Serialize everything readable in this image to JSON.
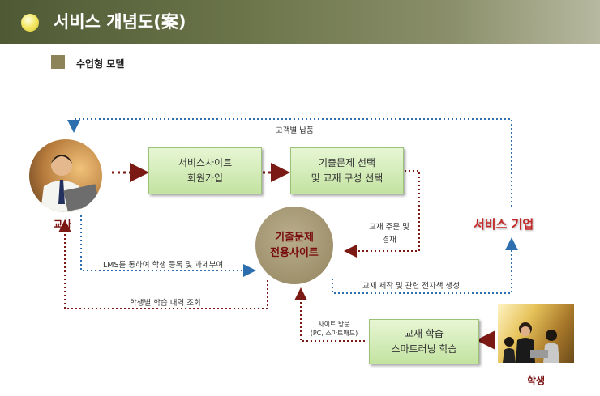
{
  "header": {
    "title": "서비스 개념도(案)"
  },
  "section": {
    "subtitle": "수업형 모델"
  },
  "actors": {
    "teacher": "교사",
    "student": "학생",
    "company": "서비스 기업"
  },
  "boxes": {
    "signup": "서비스사이트\n회원가입",
    "select": "기출문제 선택\n및 교재 구성 선택",
    "study": "교재 학습\n스마트러닝 학습"
  },
  "hub": {
    "label": "기출문제\n전용사이트"
  },
  "flows": {
    "delivery": "고객별 납품",
    "order": "교재 주문 및\n결재",
    "lms": "LMS를 통하여 학생 등록 및 과제부여",
    "history": "학생별 학습 내역 조회",
    "production": "교재 제작 및 관련 전자책 생성",
    "visit": "사이트 방문\n(PC, 스마트패드)"
  },
  "colors": {
    "header": "#5b6640",
    "box": "#c9e6a8",
    "hub": "#a3956f",
    "arrow_red": "#7b1a14",
    "arrow_blue": "#2d6fae",
    "company": "#c62828"
  },
  "icons": {
    "bullet": "yellow-circle-bullet",
    "section": "olive-square-bullet"
  }
}
